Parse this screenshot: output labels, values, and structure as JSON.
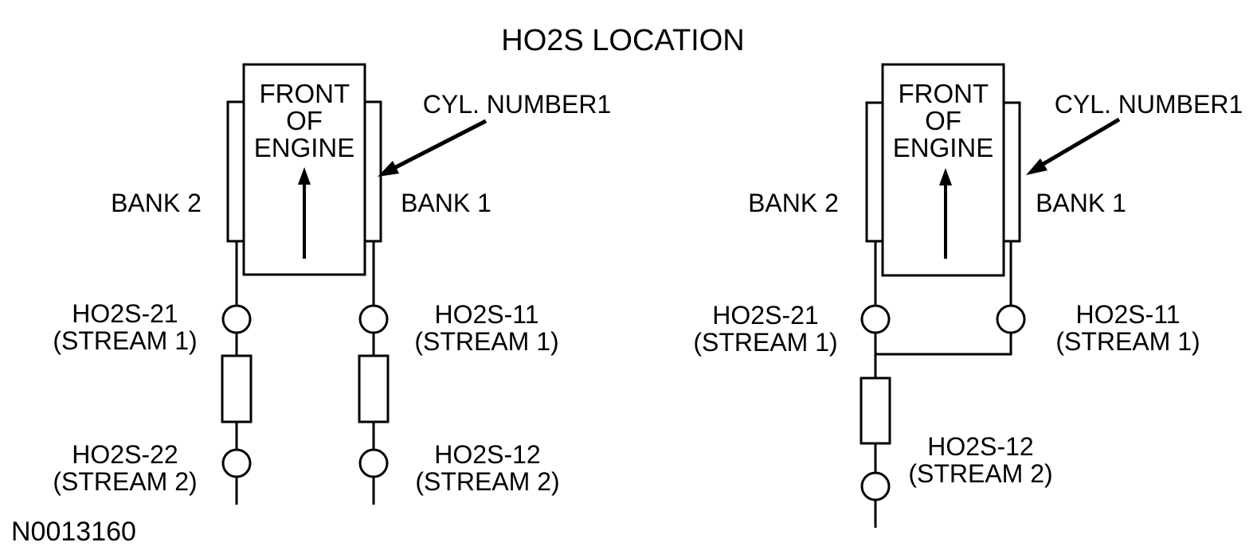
{
  "title": "HO2S LOCATION",
  "figure_number": "N0013160",
  "colors": {
    "line": "#000000",
    "background": "#ffffff"
  },
  "diagram_left": {
    "engine": {
      "line1": "FRONT",
      "line2": "OF",
      "line3": "ENGINE"
    },
    "bank_left_label": "BANK 2",
    "bank_right_label": "BANK 1",
    "cylinder_label": "CYL. NUMBER1",
    "sensors": {
      "bank2_stream1": {
        "name": "HO2S-21",
        "stream": "(STREAM 1)"
      },
      "bank1_stream1": {
        "name": "HO2S-11",
        "stream": "(STREAM 1)"
      },
      "bank2_stream2": {
        "name": "HO2S-22",
        "stream": "(STREAM 2)"
      },
      "bank1_stream2": {
        "name": "HO2S-12",
        "stream": "(STREAM 2)"
      }
    }
  },
  "diagram_right": {
    "engine": {
      "line1": "FRONT",
      "line2": "OF",
      "line3": "ENGINE"
    },
    "bank_left_label": "BANK 2",
    "bank_right_label": "BANK 1",
    "cylinder_label": "CYL. NUMBER1",
    "sensors": {
      "bank2_stream1": {
        "name": "HO2S-21",
        "stream": "(STREAM 1)"
      },
      "bank1_stream1": {
        "name": "HO2S-11",
        "stream": "(STREAM 1)"
      },
      "merged_stream2": {
        "name": "HO2S-12",
        "stream": "(STREAM 2)"
      }
    }
  }
}
